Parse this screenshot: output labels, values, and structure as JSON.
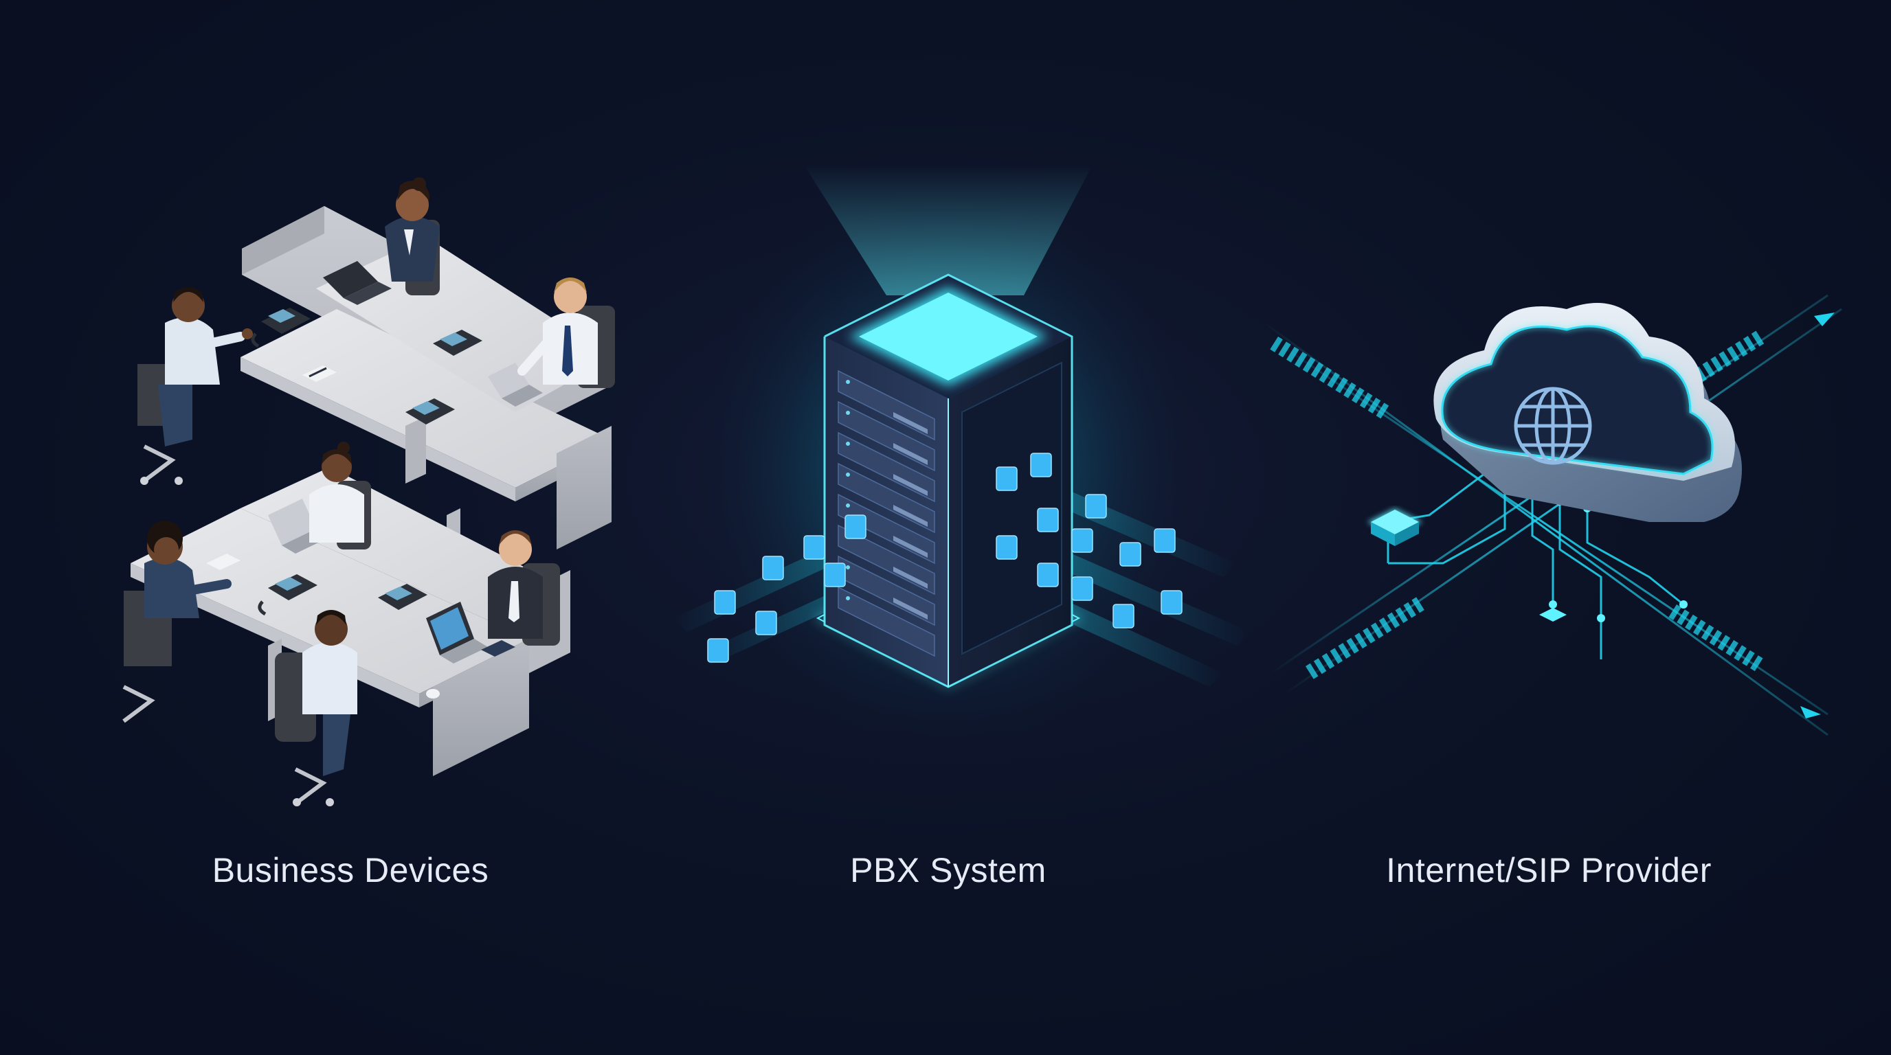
{
  "nodes": [
    {
      "id": "business",
      "label": "Business Devices",
      "icon": "office-workers-icon"
    },
    {
      "id": "pbx",
      "label": "PBX System",
      "icon": "server-tower-icon"
    },
    {
      "id": "sip",
      "label": "Internet/SIP Provider",
      "icon": "cloud-globe-icon"
    }
  ],
  "colors": {
    "background": "#0b1124",
    "accent": "#22d3ee",
    "glow": "#5ff3ff",
    "desk": "#d9dbdf",
    "label": "#e6ebf5"
  }
}
